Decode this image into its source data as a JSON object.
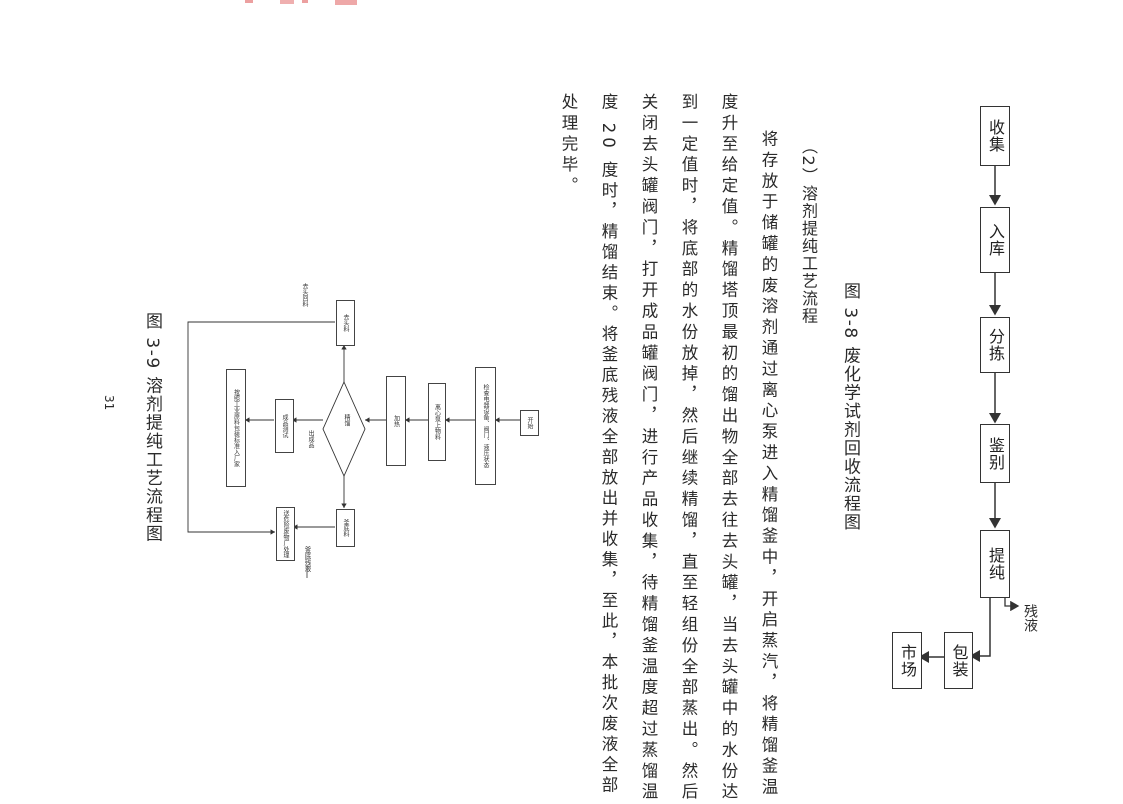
{
  "page": {
    "number": "31"
  },
  "figure_38": {
    "caption": "图 3-8 废化学试剂回收流程图",
    "nodes": [
      "收集",
      "入库",
      "分拣",
      "鉴别",
      "提纯",
      "包装",
      "市场"
    ],
    "branch_label": "残液"
  },
  "section": {
    "heading": "（2）溶剂提纯工艺流程"
  },
  "paragraph": {
    "lines": [
      "将存放于储罐的废溶剂通过离心泵进入精馏釜中，开启蒸汽，将精馏釜温",
      "度升至给定值。精馏塔顶最初的馏出物全部去往去头罐，当去头罐中的水份达",
      "到一定值时，将底部的水份放掉，然后继续精馏，直至轻组份全部蒸出。然后",
      "关闭去头罐阀门，打开成品罐阀门，进行产品收集，待精馏釜温度超过蒸馏温",
      "度 20 度时，精馏结束。将釜底残液全部放出并收集，至此，本批次废液全部",
      "处理完毕。"
    ]
  },
  "figure_39": {
    "caption": "图 3-9 溶剂提纯工艺流程图",
    "nodes": {
      "start": "开始",
      "check": "检查电器设备、阀门、液压状态",
      "pump": "离心泵上物料",
      "heat": "加热",
      "distill": "精馏",
      "head_material": "去头料",
      "finished": "成品测试",
      "pack": "按照工业原料包装标准入厂家",
      "kettle_residue": "釜底料",
      "waste": "送危险废物厂处理"
    },
    "labels": {
      "head_reuse": "去头回料",
      "product_out": "出成品",
      "kettle_label": "釜底残液"
    }
  }
}
